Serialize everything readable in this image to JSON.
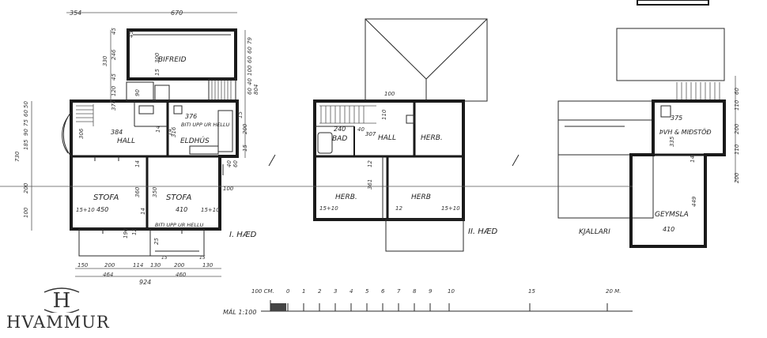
{
  "plan_ground": {
    "rooms": [
      {
        "label": "BIFREID",
        "area": ""
      },
      {
        "label": "HALL",
        "area": "384"
      },
      {
        "label": "ELDHÚS",
        "area": "376"
      },
      {
        "label": "STOFA",
        "area": "450"
      },
      {
        "label": "STOFA",
        "area": "410"
      }
    ],
    "notes": [
      "BITI UPP UR HELLU",
      "BITI UPP UR HELLU"
    ],
    "title": "I. HÆD",
    "top_dims": [
      "354",
      "670"
    ],
    "left_dims": [
      "730",
      "185",
      "90",
      "75",
      "60",
      "50",
      "200",
      "100"
    ],
    "left_dims2": [
      "330",
      "246",
      "45",
      "120",
      "45",
      "306"
    ],
    "inner_dims": [
      "45",
      "300",
      "15",
      "90",
      "14",
      "14",
      "14",
      "360",
      "350",
      "15+10",
      "15+10",
      "14",
      "190",
      "25",
      "12"
    ],
    "right_dims": [
      "79",
      "60",
      "60",
      "100",
      "40",
      "60",
      "200",
      "15",
      "804",
      "15",
      "40",
      "60"
    ],
    "bottom_dims_row1": [
      "150",
      "200",
      "114",
      "130",
      "200",
      "130"
    ],
    "bottom_dims_row2": [
      "464",
      "460"
    ],
    "bottom_total": "924",
    "misc": [
      "15",
      "15",
      "100",
      "316",
      "374"
    ]
  },
  "plan_upper": {
    "rooms": [
      {
        "label": "BAD",
        "area": "240"
      },
      {
        "label": "HALL",
        "area": "307"
      },
      {
        "label": "HERB.",
        "area": ""
      },
      {
        "label": "HERB.",
        "area": ""
      },
      {
        "label": "HERB",
        "area": ""
      }
    ],
    "title": "II. HÆD",
    "dims": [
      "100",
      "110",
      "40",
      "12",
      "361",
      "15+10",
      "12",
      "15+10"
    ]
  },
  "plan_basement": {
    "rooms": [
      {
        "label": "ÞVH & MIÐSTÖÐ",
        "area": "375"
      },
      {
        "label": "GEYMSLA",
        "area": "410"
      }
    ],
    "title": "KJALLARI",
    "dims": [
      "60",
      "110",
      "200",
      "110",
      "200",
      "14",
      "449",
      "335"
    ]
  },
  "scale_bar": {
    "label": "MÁL 1:100",
    "ticks": [
      "100 CM.",
      "0",
      "1",
      "2",
      "3",
      "4",
      "5",
      "6",
      "7",
      "8",
      "9",
      "10",
      "15",
      "20 M."
    ]
  },
  "logo": {
    "mark": "H",
    "name": "HVAMMUR"
  }
}
